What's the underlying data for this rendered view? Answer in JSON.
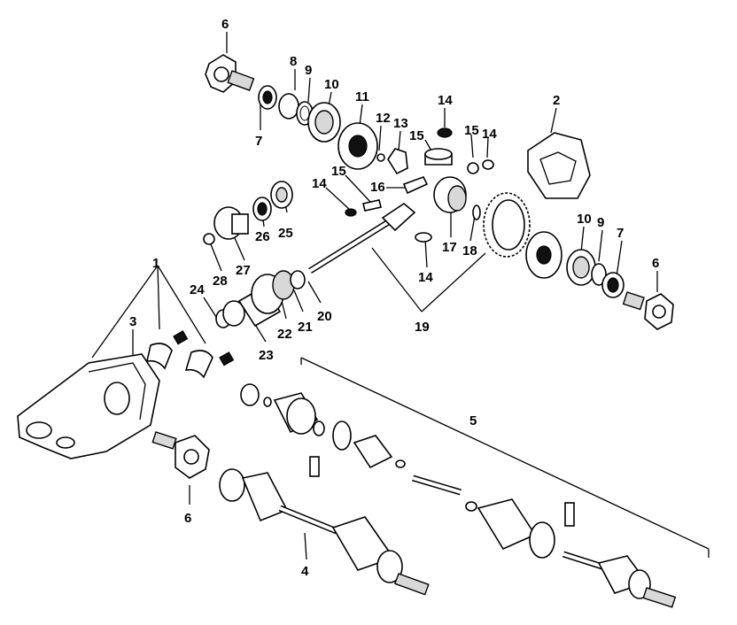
{
  "diagram": {
    "callouts": [
      {
        "id": "c6a",
        "text": "6"
      },
      {
        "id": "c8",
        "text": "8"
      },
      {
        "id": "c9a",
        "text": "9"
      },
      {
        "id": "c10a",
        "text": "10"
      },
      {
        "id": "c7a",
        "text": "7"
      },
      {
        "id": "c11",
        "text": "11"
      },
      {
        "id": "c12",
        "text": "12"
      },
      {
        "id": "c13",
        "text": "13"
      },
      {
        "id": "c14a",
        "text": "14"
      },
      {
        "id": "c15a",
        "text": "15"
      },
      {
        "id": "c15b",
        "text": "15"
      },
      {
        "id": "c14b",
        "text": "14"
      },
      {
        "id": "c2",
        "text": "2"
      },
      {
        "id": "c16",
        "text": "16"
      },
      {
        "id": "c15c",
        "text": "15"
      },
      {
        "id": "c14c",
        "text": "14"
      },
      {
        "id": "c17",
        "text": "17"
      },
      {
        "id": "c18",
        "text": "18"
      },
      {
        "id": "c14d",
        "text": "14"
      },
      {
        "id": "c10b",
        "text": "10"
      },
      {
        "id": "c9b",
        "text": "9"
      },
      {
        "id": "c7b",
        "text": "7"
      },
      {
        "id": "c6b",
        "text": "6"
      },
      {
        "id": "c26",
        "text": "26"
      },
      {
        "id": "c25",
        "text": "25"
      },
      {
        "id": "c27",
        "text": "27"
      },
      {
        "id": "c28",
        "text": "28"
      },
      {
        "id": "c1",
        "text": "1"
      },
      {
        "id": "c24",
        "text": "24"
      },
      {
        "id": "c22",
        "text": "22"
      },
      {
        "id": "c21",
        "text": "21"
      },
      {
        "id": "c20",
        "text": "20"
      },
      {
        "id": "c19",
        "text": "19"
      },
      {
        "id": "c3",
        "text": "3"
      },
      {
        "id": "c23",
        "text": "23"
      },
      {
        "id": "c5",
        "text": "5"
      },
      {
        "id": "c6c",
        "text": "6"
      },
      {
        "id": "c4",
        "text": "4"
      }
    ]
  }
}
